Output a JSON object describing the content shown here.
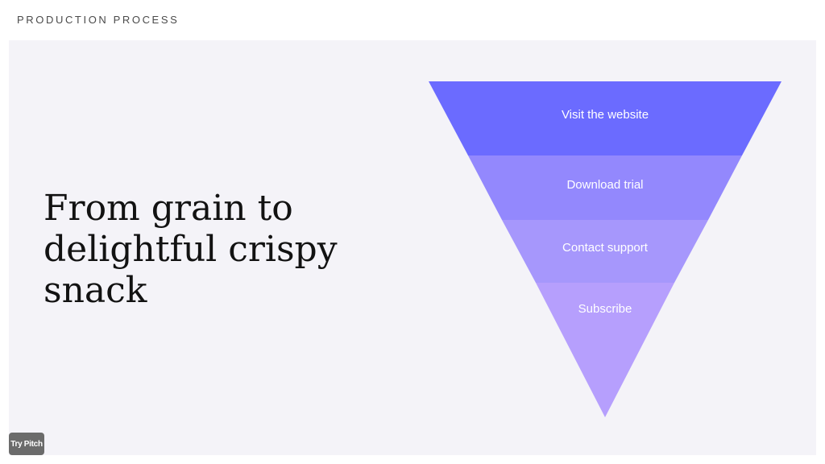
{
  "header": {
    "section_label": "PRODUCTION PROCESS"
  },
  "slide": {
    "headline": "From grain to delightful crispy snack"
  },
  "funnel": {
    "stages": [
      {
        "label": "Visit the website",
        "color": "#6b6bff"
      },
      {
        "label": "Download trial",
        "color": "#9388fd"
      },
      {
        "label": "Contact support",
        "color": "#a697fc"
      },
      {
        "label": "Subscribe",
        "color": "#b69ffd"
      }
    ]
  },
  "footer": {
    "try_pitch_label": "Try Pitch"
  },
  "colors": {
    "slide_background": "#f4f3f8",
    "headline_text": "#121212",
    "section_label_text": "#4a4a4a",
    "badge_background": "#6b6b6b"
  }
}
